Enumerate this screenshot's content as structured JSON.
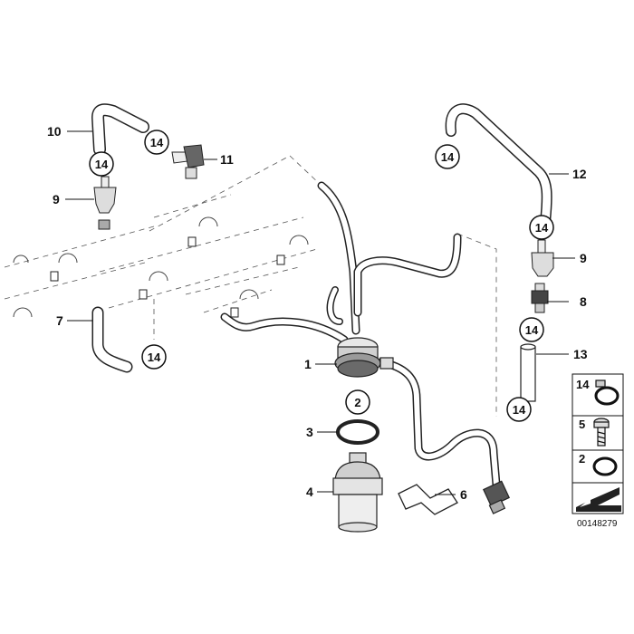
{
  "callouts": {
    "c10": "10",
    "c11": "11",
    "c12": "12",
    "c9a": "9",
    "c9b": "9",
    "c8": "8",
    "c13": "13",
    "c7": "7",
    "c1": "1",
    "c3": "3",
    "c4": "4",
    "c6": "6"
  },
  "circled": {
    "n14": "14",
    "n2": "2"
  },
  "legend": {
    "items": [
      {
        "number": "14",
        "icon": "hose-clamp-icon"
      },
      {
        "number": "5",
        "icon": "screw-icon"
      },
      {
        "number": "2",
        "icon": "o-ring-icon"
      }
    ]
  },
  "doc_id": "00148279"
}
